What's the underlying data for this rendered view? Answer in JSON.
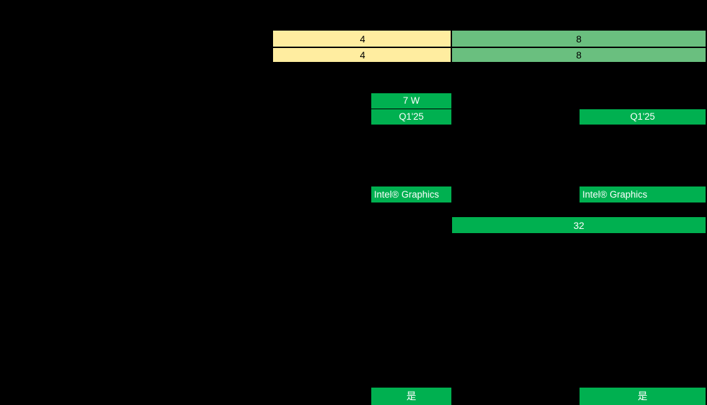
{
  "meta": {
    "background_color": "#000000",
    "accent_green": "#00b050",
    "table_green": "#6abf7f",
    "table_yellow": "#ffeda0",
    "text_on_green": "#ffffff",
    "text_on_pastel": "#000000"
  },
  "table": {
    "name": "core-count-table",
    "rows": [
      {
        "left_value": "4",
        "right_value": "8"
      },
      {
        "left_value": "4",
        "right_value": "8"
      }
    ]
  },
  "badges": {
    "tdp": {
      "label": "7 W"
    },
    "launch_left": {
      "label": "Q1'25"
    },
    "launch_right": {
      "label": "Q1'25"
    },
    "graphics_left": {
      "label": "Intel® Graphics"
    },
    "graphics_right": {
      "label": "Intel® Graphics"
    },
    "memory_right": {
      "label": "32"
    },
    "support_left": {
      "label": "是"
    },
    "support_right": {
      "label": "是"
    }
  }
}
